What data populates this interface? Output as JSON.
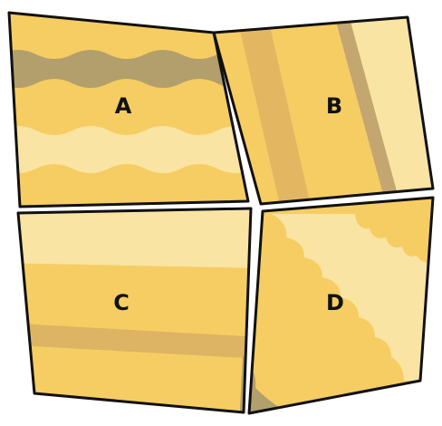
{
  "panels": [
    {
      "id": "A",
      "label": "A",
      "base_color": "#f6cd63"
    },
    {
      "id": "B",
      "label": "B",
      "base_color": "#f6cd63"
    },
    {
      "id": "C",
      "label": "C",
      "base_color": "#f6cd63"
    },
    {
      "id": "D",
      "label": "D",
      "base_color": "#f6cd63"
    }
  ],
  "colors": {
    "base": "#f6cd63",
    "light_band": "#f9e4a3",
    "mid_band": "#e3b662",
    "dark_band": "#b39f6b",
    "outline": "#111111"
  }
}
